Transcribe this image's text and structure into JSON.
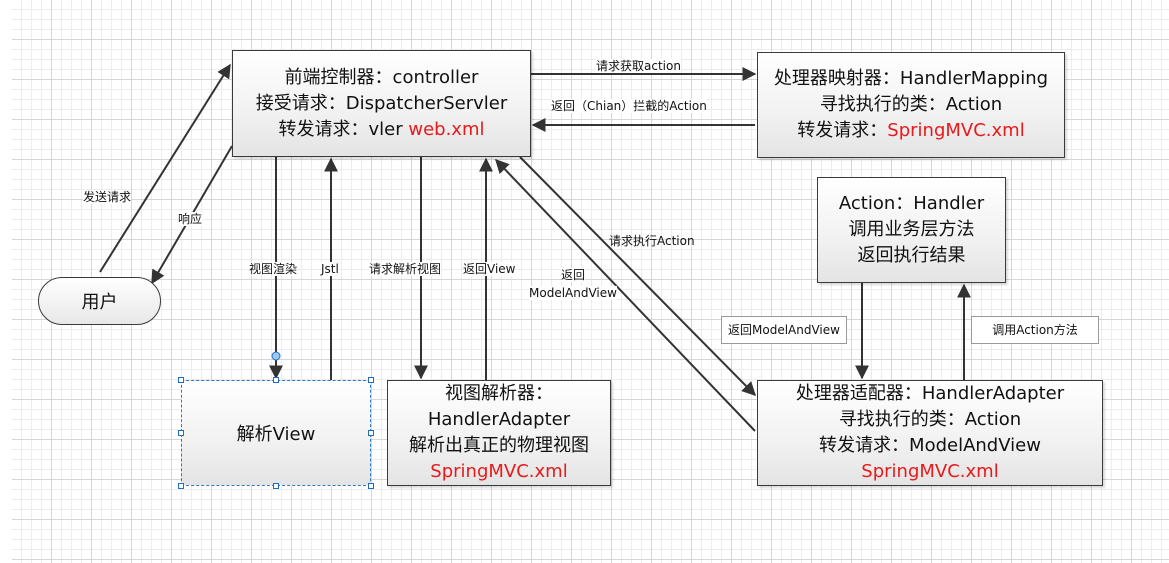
{
  "nodes": {
    "controller": {
      "line1": "前端控制器：controller",
      "line2": "接受请求：DispatcherServler",
      "line3_prefix": "转发请求：vler ",
      "line3_red": "web.xml"
    },
    "mapping": {
      "line1": "处理器映射器：HandlerMapping",
      "line2": "寻找执行的类：Action",
      "line3_prefix": "转发请求：",
      "line3_red": "SpringMVC.xml"
    },
    "action": {
      "line1": "Action：Handler",
      "line2": "调用业务层方法",
      "line3": "返回执行结果"
    },
    "user": {
      "label": "用户"
    },
    "parse_view": {
      "label": "解析View"
    },
    "view_resolver": {
      "line1": "视图解析器：",
      "line2": "HandlerAdapter",
      "line3": "解析出真正的物理视图",
      "line4_red": "SpringMVC.xml"
    },
    "adapter": {
      "line1": "处理器适配器：HandlerAdapter",
      "line2": "寻找执行的类：Action",
      "line3": "转发请求：ModelAndView",
      "line4_red": "SpringMVC.xml"
    }
  },
  "edge_labels": {
    "get_action": "请求获取action",
    "return_chain": "返回（Chian）拦截的Action",
    "send_request": "发送请求",
    "response": "响应",
    "render_view": "视图渲染",
    "jstl": "Jstl",
    "request_resolve": "请求解析视图",
    "return_view": "返回View",
    "exec_action": "请求执行Action",
    "return_mav_1": "返回",
    "return_mav_2": "ModelAndView",
    "return_mav_box": "返回ModelAndView",
    "call_action": "调用Action方法"
  },
  "colors": {
    "highlight_text": "#e8191b",
    "selection": "#2e78c8",
    "line": "#333333"
  }
}
